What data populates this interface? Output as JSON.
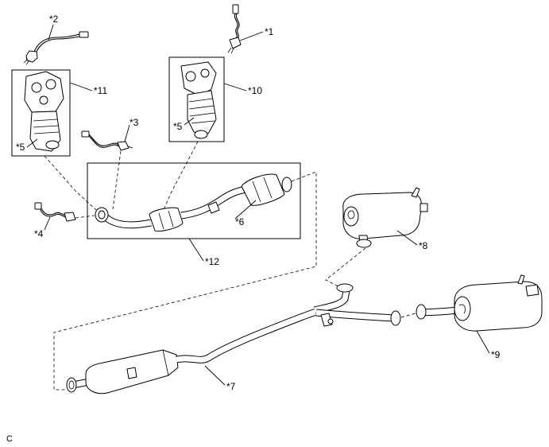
{
  "callouts": {
    "c1": "*1",
    "c2": "*2",
    "c3": "*3",
    "c4": "*4",
    "c5_left": "*5",
    "c5_right": "*5",
    "c6": "*6",
    "c7": "*7",
    "c8": "*8",
    "c9": "*9",
    "c10": "*10",
    "c11": "*11",
    "c12": "*12"
  },
  "code": "C",
  "colors": {
    "line": "#000000",
    "background": "#ffffff"
  }
}
